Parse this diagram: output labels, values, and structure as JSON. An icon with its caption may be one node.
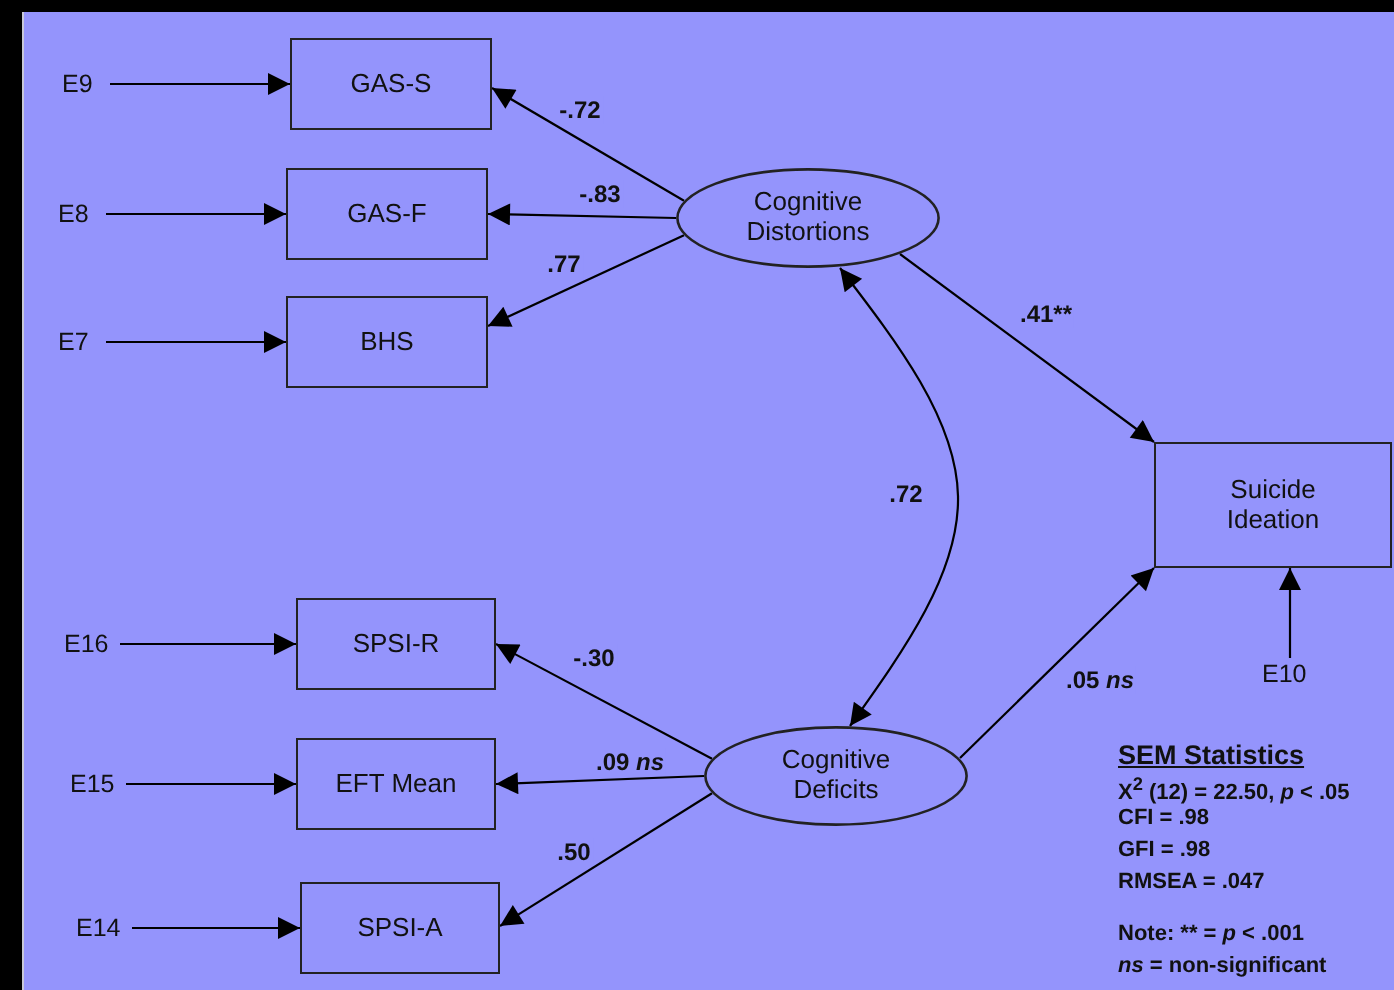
{
  "diagram": {
    "nodes": [
      {
        "text": [
          "E9"
        ]
      },
      {
        "text": [
          "GAS-S"
        ]
      },
      {
        "text": [
          "E8"
        ]
      },
      {
        "text": [
          "GAS-F"
        ]
      },
      {
        "text": [
          "E7"
        ]
      },
      {
        "text": [
          "BHS"
        ]
      },
      {
        "text": [
          "Cognitive Distortions"
        ]
      },
      {
        "text": [
          "Suicide Ideation"
        ]
      },
      {
        "text": [
          "E10"
        ]
      },
      {
        "text": [
          "E16"
        ]
      },
      {
        "text": [
          "SPSI-R"
        ]
      },
      {
        "text": [
          "E15"
        ]
      },
      {
        "text": [
          "EFT Mean"
        ]
      },
      {
        "text": [
          "E14"
        ]
      },
      {
        "text": [
          "SPSI-A"
        ]
      },
      {
        "text": [
          "Cognitive Deficits"
        ]
      }
    ],
    "edges": [
      {
        "from": 0,
        "to": 1,
        "arrow": "to"
      },
      {
        "from": 2,
        "to": 3,
        "arrow": "to"
      },
      {
        "from": 4,
        "to": 5,
        "arrow": "to"
      },
      {
        "from": 6,
        "to": 1,
        "arrow": "to",
        "label": "-.72"
      },
      {
        "from": 6,
        "to": 3,
        "arrow": "to",
        "label": "-.83"
      },
      {
        "from": 6,
        "to": 5,
        "arrow": "to",
        "label": ".77"
      },
      {
        "from": 6,
        "to": 7,
        "arrow": "to",
        "label": ".41**"
      },
      {
        "from": 15,
        "to": 6,
        "arrow": "both",
        "label": ".72"
      },
      {
        "from": 15,
        "to": 7,
        "arrow": "to",
        "label": ".05 *ns*"
      },
      {
        "from": 8,
        "to": 7,
        "arrow": "to"
      },
      {
        "from": 9,
        "to": 10,
        "arrow": "to"
      },
      {
        "from": 11,
        "to": 12,
        "arrow": "to"
      },
      {
        "from": 13,
        "to": 14,
        "arrow": "to"
      },
      {
        "from": 15,
        "to": 10,
        "arrow": "to",
        "label": "-.30"
      },
      {
        "from": 15,
        "to": 12,
        "arrow": "to",
        "label": ".09 *ns*"
      },
      {
        "from": 15,
        "to": 14,
        "arrow": "to",
        "label": ".50"
      }
    ],
    "labels": [
      "SEM Statistics",
      "X$^{2}$ (12) = 22.50, *p* < .05",
      "CFI = .98",
      "GFI = .98",
      "RMSEA = .047",
      "Note: ** = *p* < .001",
      "*ns* = non-significant"
    ]
  }
}
